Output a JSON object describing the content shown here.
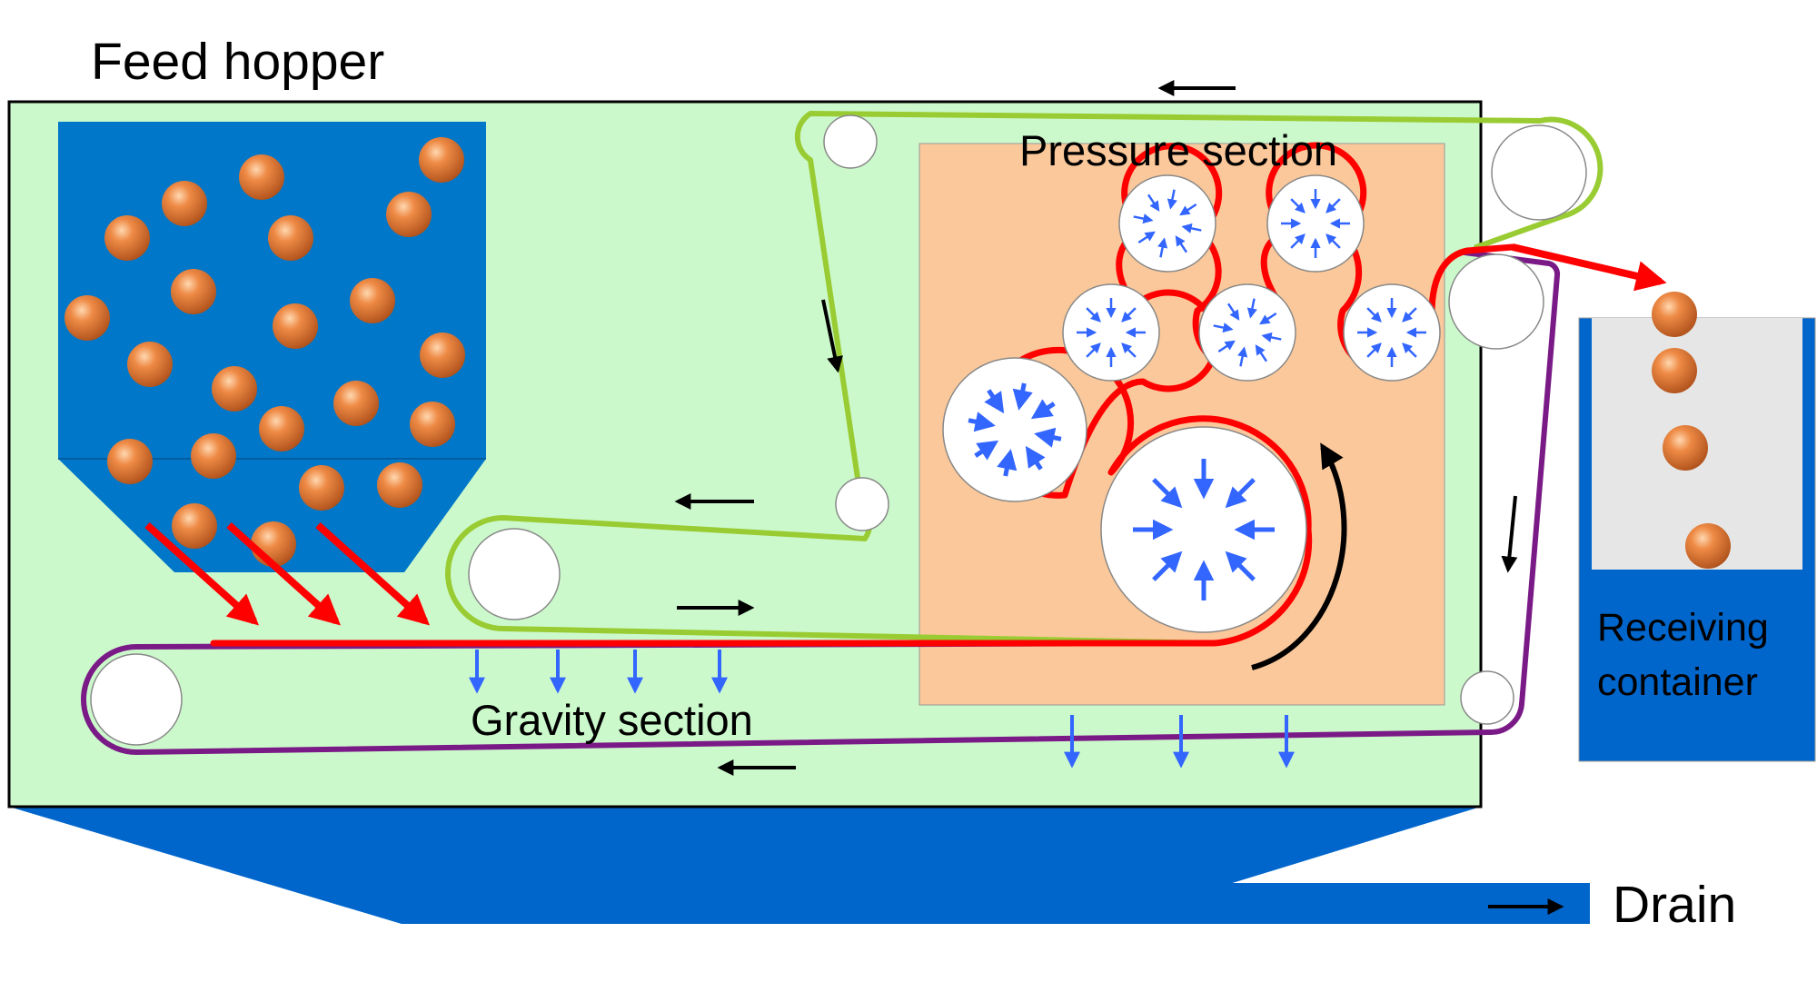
{
  "labels": {
    "feed_hopper": "Feed hopper",
    "pressure_section": "Pressure section",
    "gravity_section": "Gravity section",
    "receiving_container_line1": "Receiving",
    "receiving_container_line2": "container",
    "drain": "Drain"
  },
  "colors": {
    "machine_background": "#ccf9cc",
    "hopper_water": "#0077c8",
    "basin_water": "#0066cc",
    "pressure_zone": "#fac89a",
    "sludge_ball": "#d96f2a",
    "upper_belt": "#99cc33",
    "lower_belt": "#7a1a86",
    "sludge_path": "#ff0000",
    "water_arrow": "#3366ff",
    "direction_arrow": "#000000",
    "roller": "#ffffff",
    "container_interior": "#e6e6e6"
  }
}
